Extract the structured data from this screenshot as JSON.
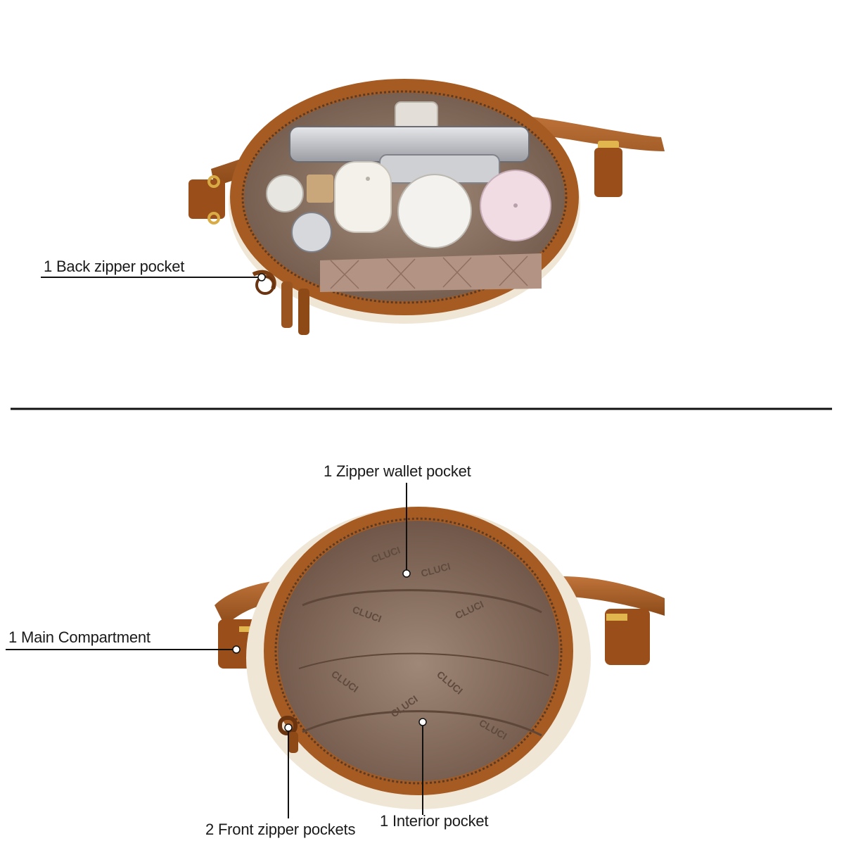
{
  "labels": {
    "back_pocket": "1 Back zipper pocket",
    "zipper_wallet": "1 Zipper wallet pocket",
    "main_compartment": "1 Main Compartment",
    "front_pockets": "2 Front zipper pockets",
    "interior_pocket": "1 Interior pocket"
  },
  "lining_text": "CLUCI",
  "colors": {
    "leather": "#a55b22",
    "leather_dark": "#7a3e12",
    "cream": "#efe6d6",
    "lining": "#8c7466",
    "line": "#111111"
  }
}
